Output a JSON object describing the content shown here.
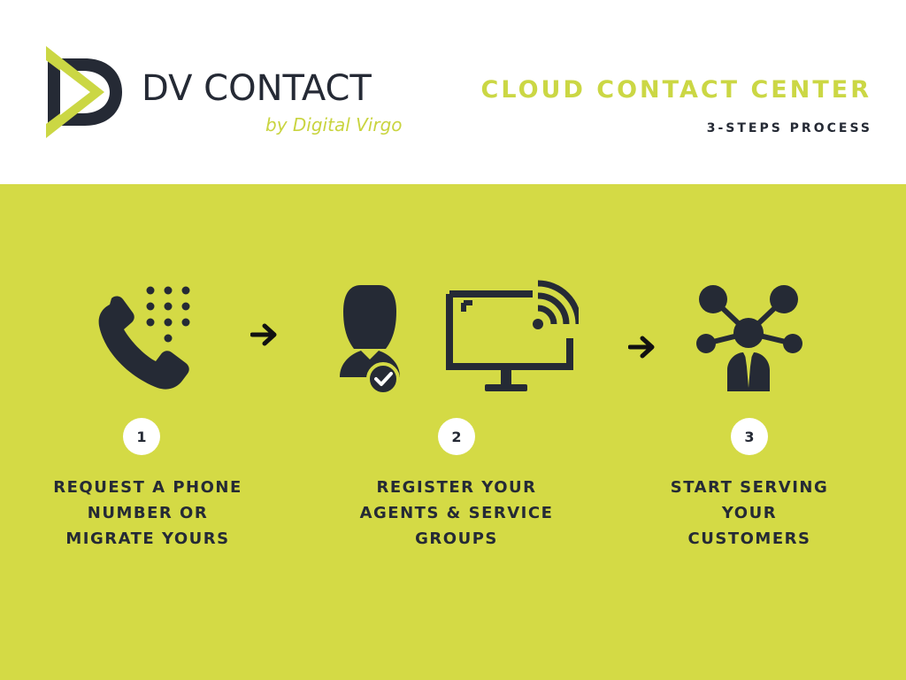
{
  "brand": {
    "name": "DV CONTACT",
    "byline": "by Digital Virgo"
  },
  "header": {
    "title": "CLOUD CONTACT CENTER",
    "subtitle": "3-STEPS PROCESS"
  },
  "steps": [
    {
      "number": "1",
      "text": "REQUEST A PHONE\nNUMBER OR\nMIGRATE YOURS",
      "icon": "phone-dialpad-icon"
    },
    {
      "number": "2",
      "text": "REGISTER YOUR\nAGENTS & SERVICE\nGROUPS",
      "icon": "agent-monitor-icon"
    },
    {
      "number": "3",
      "text": "START SERVING\nYOUR\nCUSTOMERS",
      "icon": "customer-network-icon"
    }
  ],
  "colors": {
    "accent": "#d4da45",
    "dark": "#252a35",
    "white": "#ffffff"
  }
}
